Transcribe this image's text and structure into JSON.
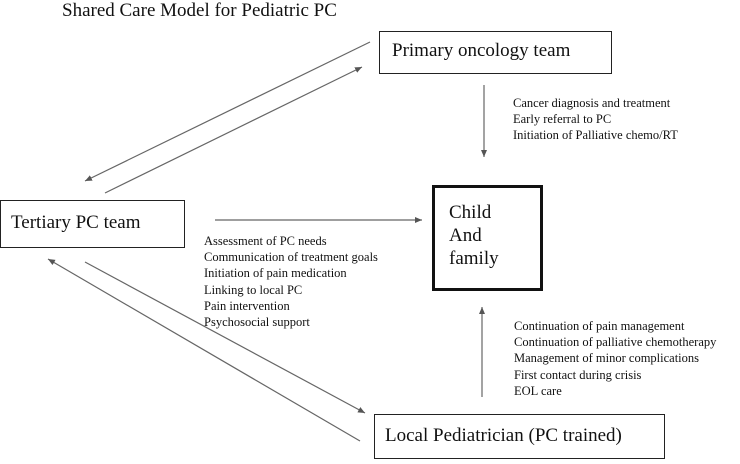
{
  "title": "Shared Care Model for Pediatric PC",
  "nodes": {
    "primary": "Primary oncology team",
    "tertiary": "Tertiary PC team",
    "local": "Local Pediatrician (PC trained)",
    "child": [
      "Child",
      "And",
      "family"
    ]
  },
  "notes": {
    "primary": [
      "Cancer diagnosis and treatment",
      "Early referral to PC",
      "Initiation of Palliative chemo/RT"
    ],
    "tertiary": [
      "Assessment of PC needs",
      "Communication of treatment goals",
      "Initiation of pain medication",
      "Linking to local PC",
      "Pain intervention",
      "Psychosocial support"
    ],
    "local": [
      "Continuation of pain management",
      "Continuation of palliative chemotherapy",
      "Management of minor complications",
      "First contact during crisis",
      "EOL care"
    ]
  }
}
